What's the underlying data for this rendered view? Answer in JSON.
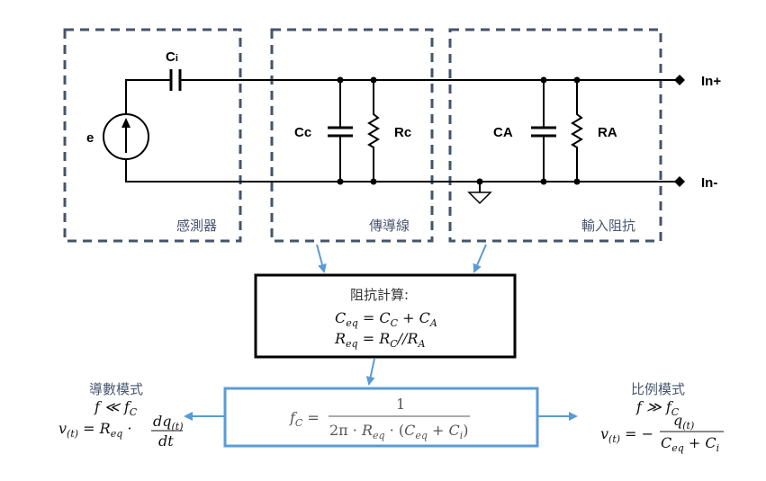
{
  "diagram": {
    "sensor_block": {
      "title": "感測器",
      "source_label": "e",
      "coupling_cap_label": "C",
      "coupling_cap_sub": "i"
    },
    "cable_block": {
      "title": "傳導線",
      "cap_label": "Cc",
      "res_label": "Rc"
    },
    "input_block": {
      "title": "輸入阻抗",
      "cap_label": "CA",
      "res_label": "RA"
    },
    "terminals": {
      "positive": "In+",
      "negative": "In-"
    },
    "impedance_calc": {
      "title": "阻抗計算:",
      "eq1": "C_eq = C_C + C_A",
      "eq2": "R_eq = R_C // R_A"
    },
    "cutoff": {
      "formula": "f_C = 1 / (2π · R_eq · (C_eq + C_i))",
      "numerator": "1",
      "denominator_prefix": "2π · ",
      "lhs": "f"
    },
    "derivative_mode": {
      "title": "導數模式",
      "condition": "f ≪ f_C",
      "equation": "v(t) = R_eq · dq(t)/dt"
    },
    "proportional_mode": {
      "title": "比例模式",
      "condition": "f ≫ f_C",
      "equation": "v(t) = − q(t) / (C_eq + C_i)"
    },
    "colors": {
      "dashed_border": "#44546a",
      "arrow_blue": "#5b9bd5",
      "block_border": "#000000"
    }
  }
}
